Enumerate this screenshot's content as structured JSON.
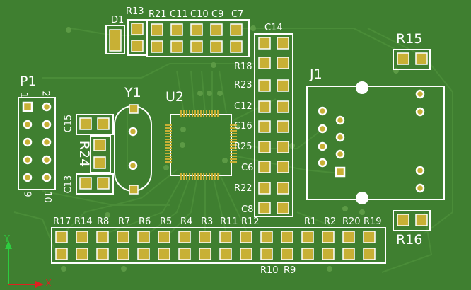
{
  "board": {
    "background": "#3f7f30",
    "copper": "#3a7a2c",
    "pad_color": "#c8b035",
    "silkscreen": "#ffffff"
  },
  "labels": {
    "D1": "D1",
    "R13": "R13",
    "R21": "R21",
    "C11": "C11",
    "C10": "C10",
    "C9": "C9",
    "C7": "C7",
    "C14": "C14",
    "R15": "R15",
    "R18": "R18",
    "R23": "R23",
    "C12": "C12",
    "C16": "C16",
    "R25": "R25",
    "C6": "C6",
    "R22": "R22",
    "C8": "C8",
    "J1": "J1",
    "Y1": "Y1",
    "U2": "U2",
    "P1": "P1",
    "C15": "C15",
    "R24": "R24",
    "C13": "C13",
    "p1_pin1": "1",
    "p1_pin2": "2",
    "p1_pin9": "9",
    "p1_pin10": "10",
    "R17": "R17",
    "R14": "R14",
    "R8": "R8",
    "R7": "R7",
    "R6": "R6",
    "R5": "R5",
    "R4": "R4",
    "R3": "R3",
    "R11": "R11",
    "R12": "R12",
    "R1": "R1",
    "R2": "R2",
    "R20": "R20",
    "R19": "R19",
    "R16": "R16",
    "R10": "R10",
    "R9": "R9"
  },
  "axes": {
    "y_label": "Y",
    "x_label": "X",
    "y_color": "#2ecc40",
    "x_color": "#e02020"
  }
}
